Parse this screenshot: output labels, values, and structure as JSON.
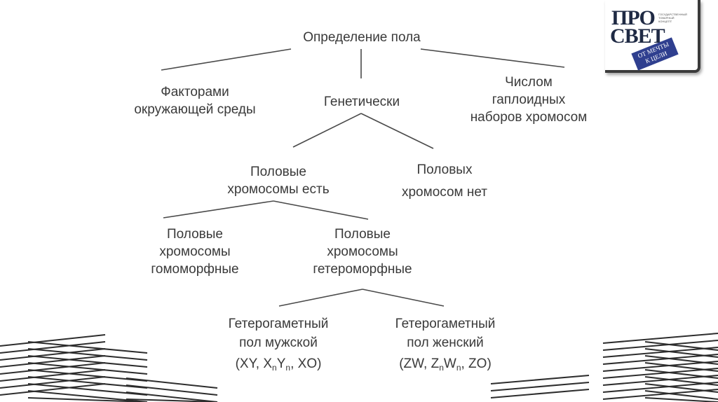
{
  "diagram": {
    "root": "Определение пола",
    "by_environment": [
      "Факторами",
      "окружающей среды"
    ],
    "genetically": "Генетически",
    "by_haploid_sets": [
      "Числом",
      "гаплоидных",
      "наборов хромосом"
    ],
    "sex_chromosomes_present": [
      "Половые",
      "хромосомы есть"
    ],
    "sex_chromosomes_absent": [
      "Половых",
      "хромосом нет"
    ],
    "homomorphic": [
      "Половые",
      "хромосомы",
      "гомоморфные"
    ],
    "heteromorphic": [
      "Половые",
      "хромосомы",
      "гетероморфные"
    ],
    "male_heterogametic": {
      "lines": [
        "Гетерогаметный",
        "пол мужской"
      ],
      "formula": [
        "(XY, X",
        "n",
        "Y",
        "n",
        ", XO)"
      ]
    },
    "female_heterogametic": {
      "lines": [
        "Гетерогаметный",
        "пол женский"
      ],
      "formula": [
        "(ZW, Z",
        "n",
        "W",
        "n",
        ", ZO)"
      ]
    }
  },
  "logo": {
    "line1": "ПРО",
    "line2": "СВЕТ",
    "small_text": [
      "ГОСУДАРСТВЕННЫЙ",
      "ТОВАРНЫЙ",
      "КОНЦЕПТ"
    ],
    "stamp_lines": [
      "ОТ МЕЧТЫ",
      "К ЦЕЛИ"
    ]
  },
  "colors": {
    "text": "#3a3a3a",
    "line": "#4a4a4a",
    "stripes": "#2d2d2d",
    "logo_navy": "#1f2a44",
    "stamp_blue": "#2f3f8f"
  }
}
